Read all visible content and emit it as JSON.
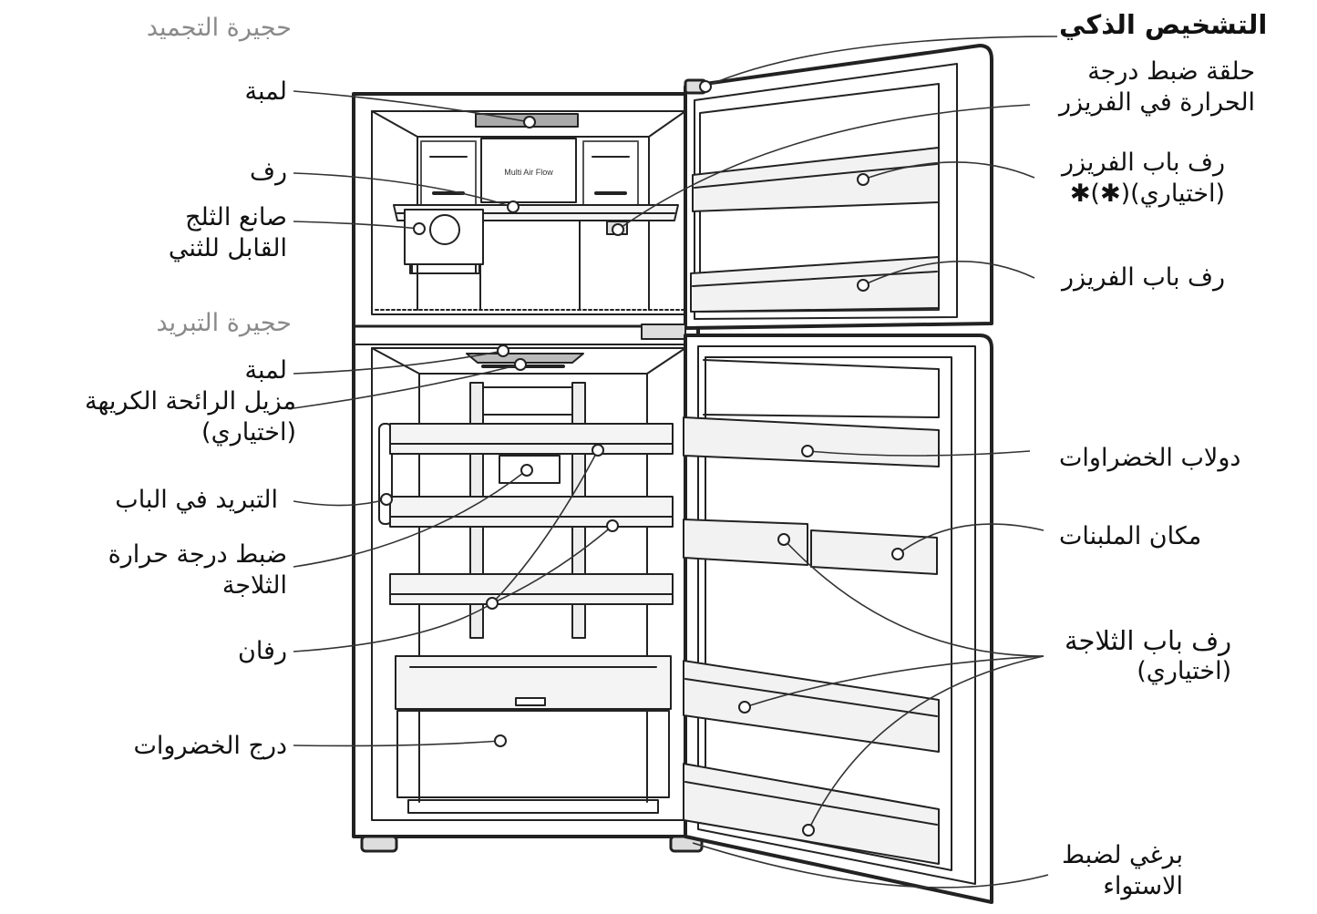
{
  "left_labels": {
    "freezer_section": "حجيرة التجميد",
    "freezer_lamp": "لمبة",
    "shelf": "رف",
    "ice_maker_1": "صانع الثلج",
    "ice_maker_2": "القابل للثني",
    "fridge_section": "حجيرة التبريد",
    "fridge_lamp": "لمبة",
    "deodorizer_1": "مزيل الرائحة الكريهة",
    "deodorizer_2": "(اختياري)",
    "door_cooling": "التبريد في الباب",
    "fridge_temp_1": "ضبط درجة حرارة",
    "fridge_temp_2": "الثلاجة",
    "shelves": "رفان",
    "vegetable_drawer": "درج الخضروات"
  },
  "right_labels": {
    "smart_diagnosis": "التشخيص الذكي",
    "freezer_temp_1": "حلقة ضبط درجة",
    "freezer_temp_2": "الحرارة في الفريزر",
    "freezer_door_shelf_opt_1": "رف باب الفريزر",
    "freezer_door_shelf_opt_2": "(اختياري)(✱)✱",
    "freezer_door_shelf": "رف باب الفريزر",
    "vegetable_cabinet": "دولاب الخضراوات",
    "dairy_corner": "مكان الملبنات",
    "fridge_door_shelf_1": "رف باب الثلاجة",
    "fridge_door_shelf_2": "(اختياري)",
    "leveling_screw_1": "برغي لضبط",
    "leveling_screw_2": "الاستواء"
  },
  "internal_text": {
    "multi_air_flow": "Multi Air Flow"
  }
}
